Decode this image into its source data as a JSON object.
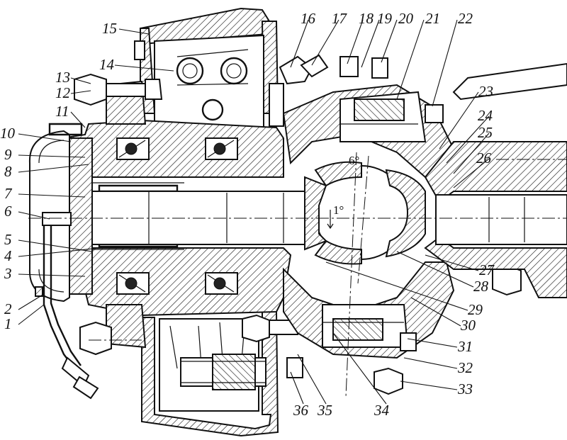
{
  "labels": [
    "1",
    "2",
    "3",
    "4",
    "5",
    "6",
    "7",
    "8",
    "9",
    "10",
    "11",
    "12",
    "13",
    "14",
    "15",
    "16",
    "17",
    "18",
    "19",
    "20",
    "21",
    "22",
    "23",
    "24",
    "25",
    "26",
    "27",
    "28",
    "29",
    "30",
    "31",
    "32",
    "33",
    "34",
    "35",
    "36"
  ],
  "angles": {
    "vertical": "6°",
    "horizontal": "1°"
  }
}
